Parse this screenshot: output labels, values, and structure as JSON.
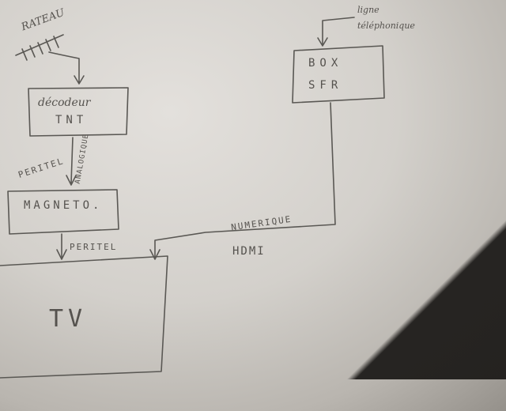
{
  "nodes": {
    "antenna": "RATEAU",
    "phone_line": [
      "ligne",
      "téléphonique"
    ],
    "box": [
      "BOX",
      "SFR"
    ],
    "decoder": [
      "décodeur",
      "TNT"
    ],
    "vcr": "MAGNETO.",
    "tv": "TV"
  },
  "links": {
    "decoder_to_vcr": [
      "PERITEL",
      "ANALOGIQUE"
    ],
    "vcr_to_tv": "PERITEL",
    "box_to_tv": [
      "NUMERIQUE",
      "HDMI"
    ]
  }
}
